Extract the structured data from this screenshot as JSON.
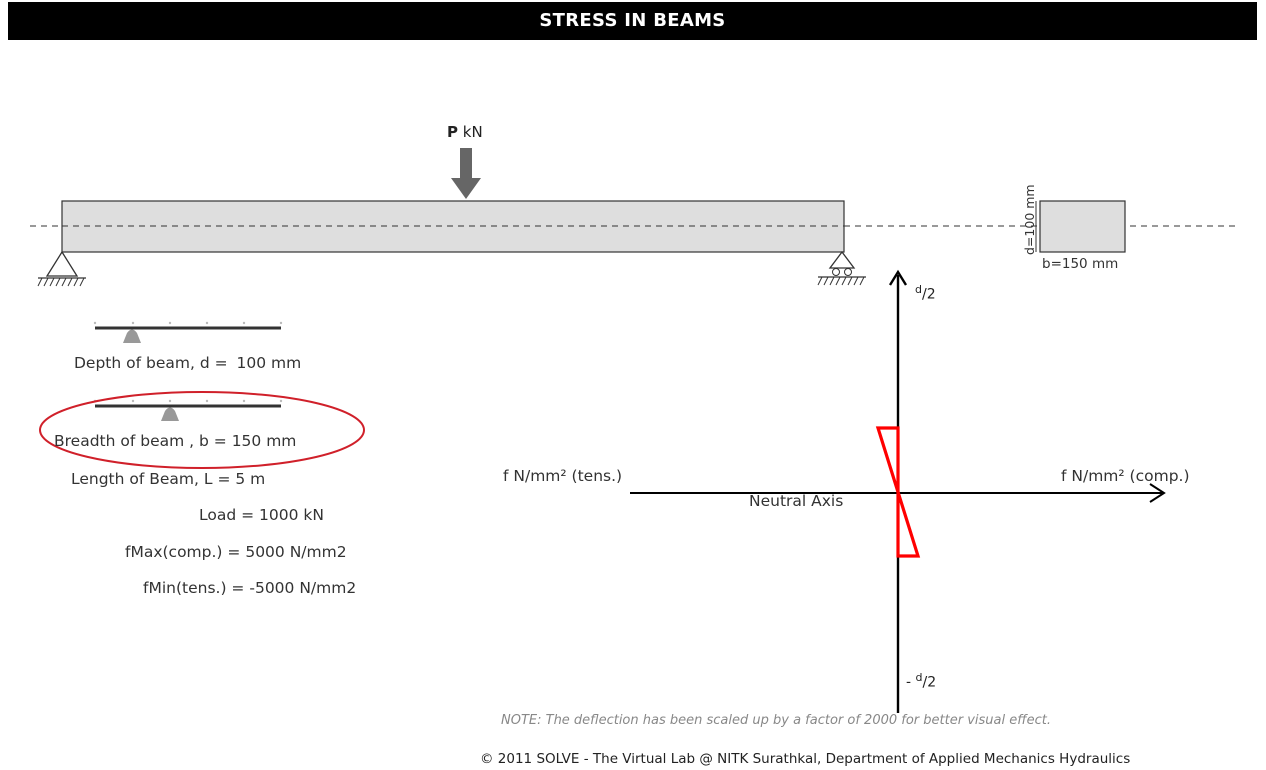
{
  "window": {
    "title": "STRESS IN BEAMS"
  },
  "beam": {
    "load_symbol": "P",
    "load_unit": "kN",
    "section_depth_label": "d=100 mm",
    "section_breadth_label": "b=150 mm"
  },
  "controls": {
    "depth": {
      "label": "Depth of beam, d =",
      "value": "100 mm",
      "slider_fraction": 0.2
    },
    "breadth": {
      "label": "Breadth of beam , b =",
      "value": "150 mm",
      "slider_fraction": 0.4
    }
  },
  "parameters": {
    "length": {
      "label": "Length of Beam, L =",
      "value": "5 m"
    },
    "load": {
      "label": "Load =",
      "value": "1000 kN"
    },
    "fmax": {
      "label": "fMax(comp.) =",
      "value": "5000 N/mm2"
    },
    "fmin": {
      "label": "fMin(tens.) =",
      "value": "-5000 N/mm2"
    }
  },
  "diagram": {
    "top_label": "d",
    "top_label_denominator": "/2",
    "bottom_label_prefix": "- ",
    "bottom_label": "d",
    "bottom_label_denominator": "/2",
    "left_label": "f N/mm² (tens.)",
    "right_label": "f N/mm² (comp.)",
    "axis_label": "Neutral Axis",
    "stress_color": "#ff0000"
  },
  "note": "NOTE: The deflection has been scaled up by a factor of 2000 for better visual effect.",
  "footer": "© 2011 SOLVE - The Virtual Lab @ NITK Surathkal, Department of Applied Mechanics Hydraulics"
}
